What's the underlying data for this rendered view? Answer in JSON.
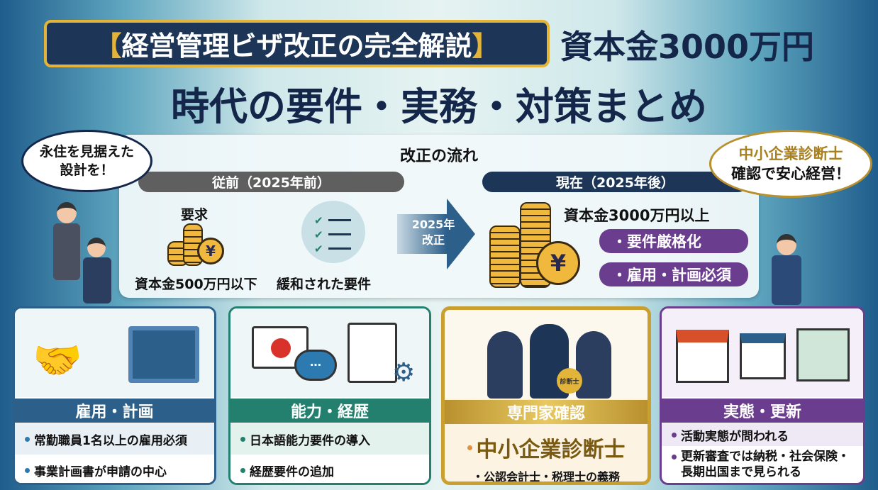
{
  "header": {
    "title_boxed": "【経営管理ビザ改正の完全解説】",
    "title_boxed_inner": "経営管理ビザ改正の完全解説",
    "title_rest": "資本金3000万円",
    "subtitle": "時代の要件・実務・対策まとめ"
  },
  "bubble_left": {
    "line1": "永住を見据えた",
    "line2": "設計を！"
  },
  "bubble_right": {
    "line1": "中小企業診断士",
    "line2": "確認で安心経営！"
  },
  "flow": {
    "title": "改正の流れ",
    "before": {
      "label": "従前（2025年前）",
      "req_label": "要求",
      "capital": "資本金500万円以下",
      "requirements": "緩和された要件"
    },
    "arrow": {
      "line1": "2025年",
      "line2": "改正"
    },
    "after": {
      "label": "現在（2025年後）",
      "capital": "資本金3000万円以上",
      "points": [
        "・要件厳格化",
        "・雇用・計画必須"
      ]
    }
  },
  "cards": [
    {
      "title": "雇用・計画",
      "color": "#2c5f8a",
      "items": [
        "常勤職員1名以上の雇用必須",
        "事業計画書が申請の中心"
      ]
    },
    {
      "title": "能力・経歴",
      "color": "#24806e",
      "items": [
        "日本語能力要件の導入",
        "経歴要件の追加"
      ]
    },
    {
      "title": "専門家確認",
      "color": "#c9a030",
      "badge": "診断士",
      "main": "中小企業診断士",
      "sub": "・公認会計士・税理士の義務"
    },
    {
      "title": "実態・更新",
      "color": "#6b3d8f",
      "items": [
        "活動実態が問われる",
        "更新審査では納税・社会保険・長期出国まで見られる"
      ]
    }
  ]
}
